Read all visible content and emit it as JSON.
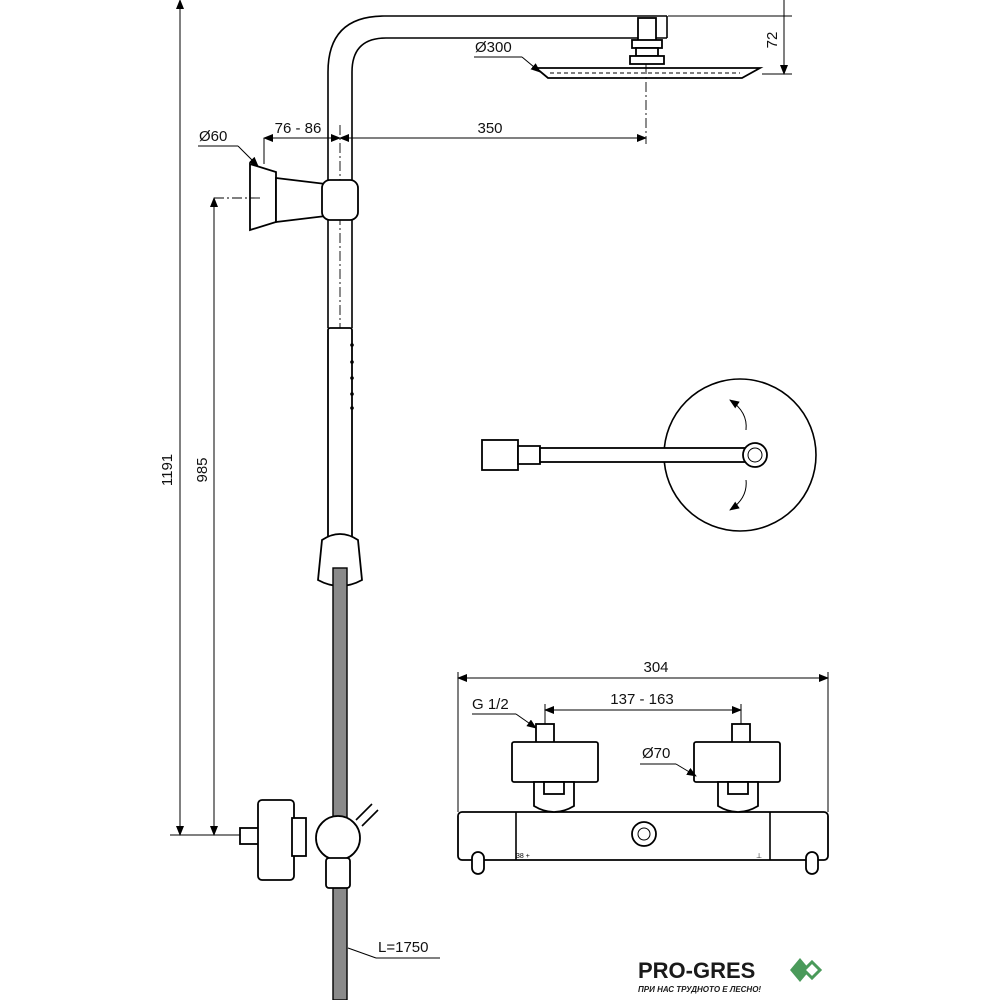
{
  "dimensions": {
    "head_diameter": "Ø300",
    "head_drop": "72",
    "holder_diameter": "Ø60",
    "holder_offset": "76 - 86",
    "arm_length": "350",
    "total_height": "1191",
    "holder_height": "985",
    "mixer_width": "304",
    "inlet_spacing": "137 - 163",
    "inlet_thread": "G 1/2",
    "escutcheon_diameter": "Ø70",
    "hose_length": "L=1750"
  },
  "logo": {
    "brand": "PRO-GRES",
    "tagline": "ПРИ НАС ТРУДНОТО Е ЛЕСНО!",
    "accent_color": "#4a9a5a"
  }
}
